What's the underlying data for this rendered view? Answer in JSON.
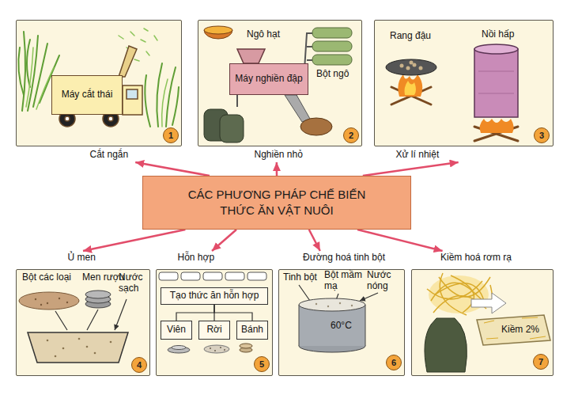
{
  "diagram": {
    "nodes": [
      {
        "text": [
          "Cắt ngắn",
          "1"
        ]
      },
      {
        "text": [
          "Máy cắt thái"
        ],
        "in": 0
      },
      {
        "text": [
          "Nghiền nhỏ",
          "Ngô hạt",
          "Bột ngô",
          "2"
        ]
      },
      {
        "text": [
          "Máy nghiền đập"
        ],
        "in": 2
      },
      {
        "text": [
          "Xử lí nhiệt",
          "Rang đậu",
          "Nồi hấp",
          "3"
        ]
      },
      {
        "text": [
          "CÁC PHƯƠNG PHÁP CHẾ BIẾN THỨC ĂN VẬT NUÔI"
        ]
      },
      {
        "text": [
          "Ủ men",
          "Bột các loại",
          "Men rượu",
          "Nước sạch",
          "4"
        ]
      },
      {
        "text": [
          "Hỗn hợp",
          "5"
        ]
      },
      {
        "text": [
          "Tạo thức ăn hỗn hợp"
        ],
        "in": 7
      },
      {
        "text": [
          "Viên"
        ],
        "in": 7
      },
      {
        "text": [
          "Rời"
        ],
        "in": 7
      },
      {
        "text": [
          "Bánh"
        ],
        "in": 7
      },
      {
        "text": [
          "Đường hoá tinh bột",
          "Tinh bột",
          "Bột mầm mạ",
          "Nước nóng",
          "60°C",
          "6"
        ]
      },
      {
        "text": [
          "Kiềm hoá rơm rạ",
          "Kiềm 2%",
          "7"
        ]
      }
    ],
    "edges": [
      {
        "from": 5,
        "to": 0,
        "arrow": "to"
      },
      {
        "from": 5,
        "to": 2,
        "arrow": "to"
      },
      {
        "from": 5,
        "to": 4,
        "arrow": "to"
      },
      {
        "from": 5,
        "to": 6,
        "arrow": "to"
      },
      {
        "from": 5,
        "to": 7,
        "arrow": "to"
      },
      {
        "from": 5,
        "to": 12,
        "arrow": "to"
      },
      {
        "from": 5,
        "to": 13,
        "arrow": "to"
      },
      {
        "from": 8,
        "to": 9,
        "arrow": "none"
      },
      {
        "from": 8,
        "to": 10,
        "arrow": "none"
      },
      {
        "from": 8,
        "to": 11,
        "arrow": "none"
      }
    ]
  }
}
